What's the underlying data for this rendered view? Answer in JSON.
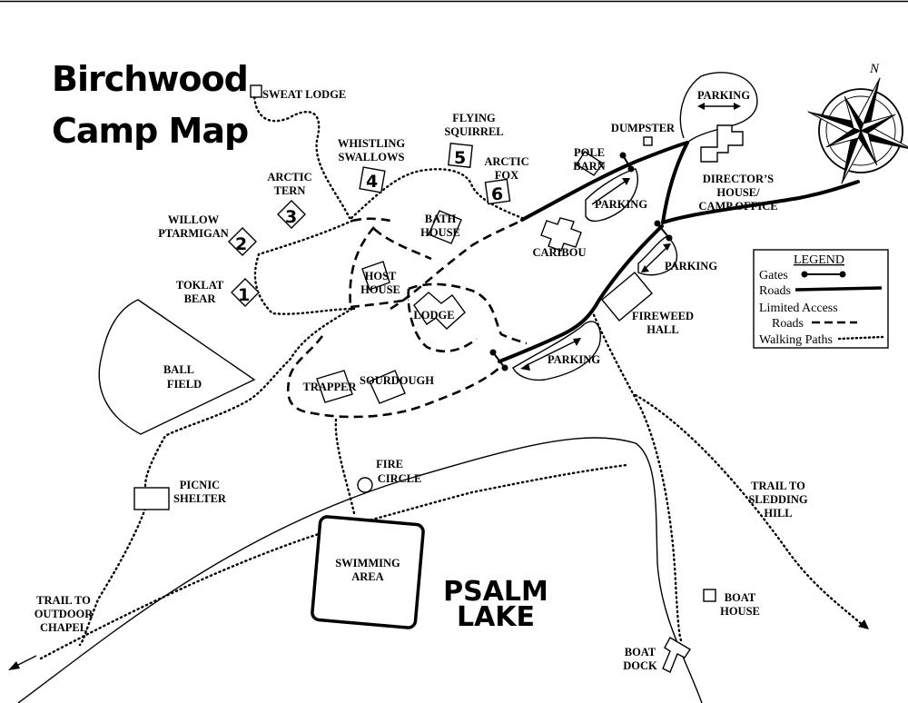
{
  "title": {
    "line1": "Birchwood",
    "line2": "Camp Map"
  },
  "lake": {
    "line1": "PSALM",
    "line2": "LAKE"
  },
  "compass": {
    "north": "N"
  },
  "cabins": [
    {
      "number": "1",
      "name_line1": "TOKLAT",
      "name_line2": "BEAR"
    },
    {
      "number": "2",
      "name_line1": "WILLOW",
      "name_line2": "PTARMIGAN"
    },
    {
      "number": "3",
      "name_line1": "ARCTIC",
      "name_line2": "TERN"
    },
    {
      "number": "4",
      "name_line1": "WHISTLING",
      "name_line2": "SWALLOWS"
    },
    {
      "number": "5",
      "name_line1": "FLYING",
      "name_line2": "SQUIRREL"
    },
    {
      "number": "6",
      "name_line1": "ARCTIC",
      "name_line2": "FOX"
    }
  ],
  "labels": {
    "sweat_lodge": "SWEAT LODGE",
    "dumpster": "DUMPSTER",
    "parking_top": "PARKING",
    "pole_barn_1": "POLE",
    "pole_barn_2": "BARN",
    "parking_pole_barn": "PARKING",
    "directors_1": "DIRECTOR’S",
    "directors_2": "HOUSE/",
    "directors_3": "CAMP OFFICE",
    "bath_1": "BATH",
    "bath_2": "HOUSE",
    "caribou": "CARIBOU",
    "parking_fireweed": "PARKING",
    "host_1": "HOST",
    "host_2": "HOUSE",
    "lodge": "LODGE",
    "fireweed_1": "FIREWEED",
    "fireweed_2": "HALL",
    "parking_lodge": "PARKING",
    "ball_1": "BALL",
    "ball_2": "FIELD",
    "trapper": "TRAPPER",
    "sourdough": "SOURDOUGH",
    "fire_1": "FIRE",
    "fire_2": "CIRCLE",
    "picnic_1": "PICNIC",
    "picnic_2": "SHELTER",
    "sledding_1": "TRAIL TO",
    "sledding_2": "SLEDDING",
    "sledding_3": "HILL",
    "swimming_1": "SWIMMING",
    "swimming_2": "AREA",
    "boat_house_1": "BOAT",
    "boat_house_2": "HOUSE",
    "chapel_1": "TRAIL TO",
    "chapel_2": "OUTDOOR",
    "chapel_3": "CHAPEL",
    "boat_dock_1": "BOAT",
    "boat_dock_2": "DOCK"
  },
  "legend": {
    "title": "LEGEND",
    "gates": "Gates",
    "roads": "Roads",
    "limited_1": "Limited Access",
    "limited_2": "Roads",
    "walking": "Walking Paths"
  }
}
